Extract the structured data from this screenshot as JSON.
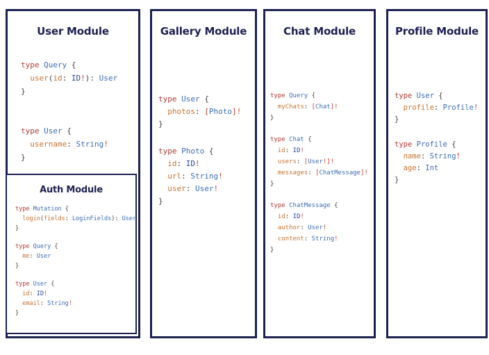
{
  "colors": {
    "background": "#ffffff",
    "panelBorder": "#1d2150",
    "title": "#1d2150",
    "keyword": "#b23a33",
    "typeName": "#3a6cb4",
    "idScalar": "#2a4494",
    "field": "#c8722e",
    "punct": "#3f3f3f",
    "bang": "#c03a2e"
  },
  "panels": [
    {
      "title": "User Module",
      "blocks": [
        [
          [
            [
              "k",
              "type"
            ],
            [
              "p",
              " "
            ],
            [
              "t",
              "Query"
            ],
            [
              "p",
              " {"
            ]
          ],
          [
            [
              "p",
              "  "
            ],
            [
              "f",
              "user"
            ],
            [
              "p",
              "("
            ],
            [
              "f",
              "id"
            ],
            [
              "p",
              ": "
            ],
            [
              "i",
              "ID"
            ],
            [
              "b",
              "!"
            ],
            [
              "p",
              "): "
            ],
            [
              "t",
              "User"
            ]
          ],
          [
            [
              "p",
              "}"
            ]
          ]
        ],
        [
          [
            [
              "k",
              "type"
            ],
            [
              "p",
              " "
            ],
            [
              "t",
              "User"
            ],
            [
              "p",
              " {"
            ]
          ],
          [
            [
              "p",
              "  "
            ],
            [
              "f",
              "username"
            ],
            [
              "p",
              ": "
            ],
            [
              "t",
              "String"
            ],
            [
              "b",
              "!"
            ]
          ],
          [
            [
              "p",
              "}"
            ]
          ]
        ]
      ]
    },
    {
      "title": "Gallery Module",
      "blocks": [
        [
          [
            [
              "k",
              "type"
            ],
            [
              "p",
              " "
            ],
            [
              "t",
              "User"
            ],
            [
              "p",
              " {"
            ]
          ],
          [
            [
              "p",
              "  "
            ],
            [
              "f",
              "photos"
            ],
            [
              "p",
              ": "
            ],
            [
              "b",
              "["
            ],
            [
              "t",
              "Photo"
            ],
            [
              "b",
              "]!"
            ]
          ],
          [
            [
              "p",
              "}"
            ]
          ]
        ],
        [
          [
            [
              "k",
              "type"
            ],
            [
              "p",
              " "
            ],
            [
              "t",
              "Photo"
            ],
            [
              "p",
              " {"
            ]
          ],
          [
            [
              "p",
              "  "
            ],
            [
              "f",
              "id"
            ],
            [
              "p",
              ": "
            ],
            [
              "i",
              "ID"
            ],
            [
              "b",
              "!"
            ]
          ],
          [
            [
              "p",
              "  "
            ],
            [
              "f",
              "url"
            ],
            [
              "p",
              ": "
            ],
            [
              "t",
              "String"
            ],
            [
              "b",
              "!"
            ]
          ],
          [
            [
              "p",
              "  "
            ],
            [
              "f",
              "user"
            ],
            [
              "p",
              ": "
            ],
            [
              "t",
              "User"
            ],
            [
              "b",
              "!"
            ]
          ],
          [
            [
              "p",
              "}"
            ]
          ]
        ]
      ]
    },
    {
      "title": "Chat Module",
      "blocks": [
        [
          [
            [
              "k",
              "type"
            ],
            [
              "p",
              " "
            ],
            [
              "t",
              "Query"
            ],
            [
              "p",
              " {"
            ]
          ],
          [
            [
              "p",
              "  "
            ],
            [
              "f",
              "myChats"
            ],
            [
              "p",
              ": "
            ],
            [
              "b",
              "["
            ],
            [
              "t",
              "Chat"
            ],
            [
              "b",
              "]!"
            ]
          ],
          [
            [
              "p",
              "}"
            ]
          ]
        ],
        [
          [
            [
              "k",
              "type"
            ],
            [
              "p",
              " "
            ],
            [
              "t",
              "Chat"
            ],
            [
              "p",
              " {"
            ]
          ],
          [
            [
              "p",
              "  "
            ],
            [
              "f",
              "id"
            ],
            [
              "p",
              ": "
            ],
            [
              "i",
              "ID"
            ],
            [
              "b",
              "!"
            ]
          ],
          [
            [
              "p",
              "  "
            ],
            [
              "f",
              "users"
            ],
            [
              "p",
              ": "
            ],
            [
              "b",
              "["
            ],
            [
              "t",
              "User"
            ],
            [
              "b",
              "!]!"
            ]
          ],
          [
            [
              "p",
              "  "
            ],
            [
              "f",
              "messages"
            ],
            [
              "p",
              ": "
            ],
            [
              "b",
              "["
            ],
            [
              "t",
              "ChatMessage"
            ],
            [
              "b",
              "]!"
            ]
          ],
          [
            [
              "p",
              "}"
            ]
          ]
        ],
        [
          [
            [
              "k",
              "type"
            ],
            [
              "p",
              " "
            ],
            [
              "t",
              "ChatMessage"
            ],
            [
              "p",
              " {"
            ]
          ],
          [
            [
              "p",
              "  "
            ],
            [
              "f",
              "id"
            ],
            [
              "p",
              ": "
            ],
            [
              "i",
              "ID"
            ],
            [
              "b",
              "!"
            ]
          ],
          [
            [
              "p",
              "  "
            ],
            [
              "f",
              "author"
            ],
            [
              "p",
              ": "
            ],
            [
              "t",
              "User"
            ],
            [
              "b",
              "!"
            ]
          ],
          [
            [
              "p",
              "  "
            ],
            [
              "f",
              "content"
            ],
            [
              "p",
              ": "
            ],
            [
              "t",
              "String"
            ],
            [
              "b",
              "!"
            ]
          ],
          [
            [
              "p",
              "}"
            ]
          ]
        ]
      ]
    },
    {
      "title": "Profile Module",
      "blocks": [
        [
          [
            [
              "k",
              "type"
            ],
            [
              "p",
              " "
            ],
            [
              "t",
              "User"
            ],
            [
              "p",
              " {"
            ]
          ],
          [
            [
              "p",
              "  "
            ],
            [
              "f",
              "profile"
            ],
            [
              "p",
              ": "
            ],
            [
              "t",
              "Profile"
            ],
            [
              "b",
              "!"
            ]
          ],
          [
            [
              "p",
              "}"
            ]
          ]
        ],
        [
          [
            [
              "k",
              "type"
            ],
            [
              "p",
              " "
            ],
            [
              "t",
              "Profile"
            ],
            [
              "p",
              " {"
            ]
          ],
          [
            [
              "p",
              "  "
            ],
            [
              "f",
              "name"
            ],
            [
              "p",
              ": "
            ],
            [
              "t",
              "String"
            ],
            [
              "b",
              "!"
            ]
          ],
          [
            [
              "p",
              "  "
            ],
            [
              "f",
              "age"
            ],
            [
              "p",
              ": "
            ],
            [
              "t",
              "Int"
            ]
          ],
          [
            [
              "p",
              "}"
            ]
          ]
        ]
      ]
    }
  ],
  "auth": {
    "title": "Auth Module",
    "blocks": [
      [
        [
          [
            "k",
            "type"
          ],
          [
            "p",
            " "
          ],
          [
            "t",
            "Mutation"
          ],
          [
            "p",
            " {"
          ]
        ],
        [
          [
            "p",
            "  "
          ],
          [
            "f",
            "login"
          ],
          [
            "p",
            "("
          ],
          [
            "f",
            "fields"
          ],
          [
            "p",
            ": "
          ],
          [
            "t",
            "LoginFields"
          ],
          [
            "p",
            "): "
          ],
          [
            "t",
            "User"
          ]
        ],
        [
          [
            "p",
            "}"
          ]
        ]
      ],
      [
        [
          [
            "k",
            "type"
          ],
          [
            "p",
            " "
          ],
          [
            "t",
            "Query"
          ],
          [
            "p",
            " {"
          ]
        ],
        [
          [
            "p",
            "  "
          ],
          [
            "f",
            "me"
          ],
          [
            "p",
            ": "
          ],
          [
            "t",
            "User"
          ]
        ],
        [
          [
            "p",
            "}"
          ]
        ]
      ],
      [
        [
          [
            "k",
            "type"
          ],
          [
            "p",
            " "
          ],
          [
            "t",
            "User"
          ],
          [
            "p",
            " {"
          ]
        ],
        [
          [
            "p",
            "  "
          ],
          [
            "f",
            "id"
          ],
          [
            "p",
            ": "
          ],
          [
            "i",
            "ID"
          ],
          [
            "b",
            "!"
          ]
        ],
        [
          [
            "p",
            "  "
          ],
          [
            "f",
            "email"
          ],
          [
            "p",
            ": "
          ],
          [
            "t",
            "String"
          ],
          [
            "b",
            "!"
          ]
        ],
        [
          [
            "p",
            "}"
          ]
        ]
      ]
    ]
  }
}
